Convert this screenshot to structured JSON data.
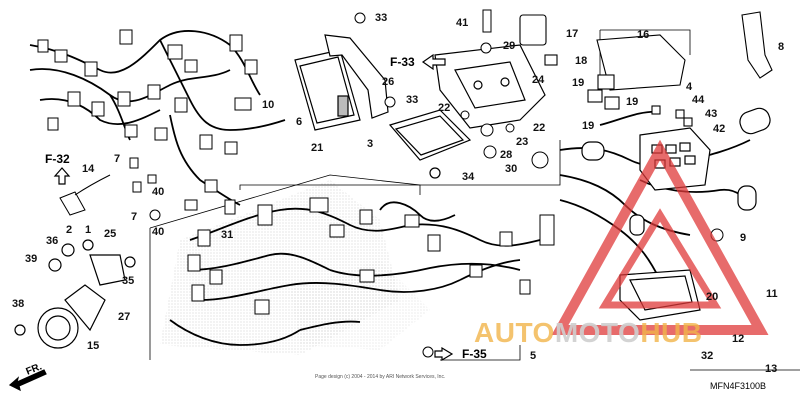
{
  "diagram": {
    "callouts": {
      "c1": "1",
      "c2": "2",
      "c3": "3",
      "c4": "4",
      "c5": "5",
      "c6": "6",
      "c7a": "7",
      "c7b": "7",
      "c8": "8",
      "c9": "9",
      "c10": "10",
      "c11": "11",
      "c12": "12",
      "c13": "13",
      "c14": "14",
      "c15": "15",
      "c16": "16",
      "c17": "17",
      "c18": "18",
      "c19a": "19",
      "c19b": "19",
      "c19c": "19",
      "c20": "20",
      "c21": "21",
      "c22a": "22",
      "c22b": "22",
      "c23": "23",
      "c24": "24",
      "c25": "25",
      "c26": "26",
      "c27": "27",
      "c28": "28",
      "c29": "29",
      "c30": "30",
      "c31": "31",
      "c32": "32",
      "c33a": "33",
      "c33b": "33",
      "c34": "34",
      "c35": "35",
      "c36": "36",
      "c38": "38",
      "c39": "39",
      "c40a": "40",
      "c40b": "40",
      "c41": "41",
      "c42": "42",
      "c43": "43",
      "c44": "44"
    },
    "refs": {
      "f33": "F-33",
      "f32": "F-32",
      "f35": "F-35"
    },
    "front_label": "FR.",
    "copyright": "Page design (c) 2004 - 2014 by ARI Network Services, Inc.",
    "diagram_code": "MFN4F3100B"
  },
  "watermark": {
    "part_a": "AUTO",
    "part_b": "MOTO",
    "part_c": "HUB",
    "color_a": "#f2b54a",
    "color_b": "#cfcfcf",
    "logo_color": "#e03a3a"
  }
}
